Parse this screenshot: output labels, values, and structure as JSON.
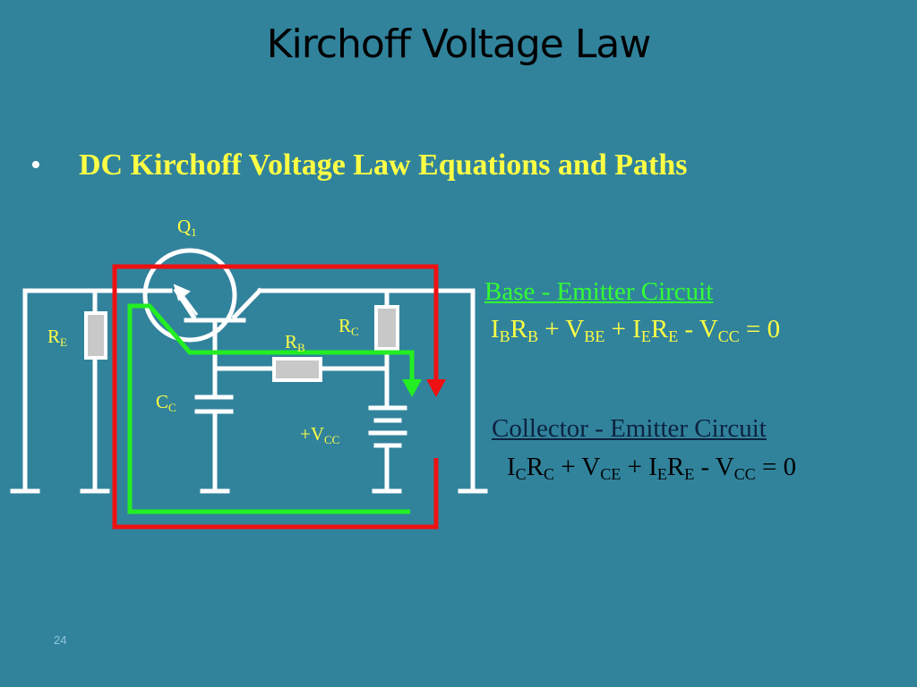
{
  "slide": {
    "title": "Kirchoff Voltage Law",
    "bullet_symbol": "•",
    "bullet_text": "DC Kirchoff Voltage Law Equations and Paths",
    "page_number": "24"
  },
  "diagram": {
    "labels": {
      "q1": {
        "main": "Q",
        "sub": "1"
      },
      "re": {
        "main": "R",
        "sub": "E"
      },
      "rc": {
        "main": "R",
        "sub": "C"
      },
      "rb": {
        "main": "R",
        "sub": "B"
      },
      "cc": {
        "main": "C",
        "sub": "C"
      },
      "vcc": {
        "main": "+V",
        "sub": "CC"
      }
    },
    "colors": {
      "wire": "#ffffff",
      "component": "#c8c8c8",
      "base_emitter_path": "#22ee22",
      "collector_emitter_path": "#ee1111"
    }
  },
  "circuits": {
    "base_emitter": {
      "heading": "Base - Emitter Circuit",
      "equation": [
        {
          "t": "I"
        },
        {
          "s": "B"
        },
        {
          "t": "R"
        },
        {
          "s": "B"
        },
        {
          "t": " + V"
        },
        {
          "s": "BE"
        },
        {
          "t": " + I"
        },
        {
          "s": "E"
        },
        {
          "t": "R"
        },
        {
          "s": "E"
        },
        {
          "t": " - V"
        },
        {
          "s": "CC"
        },
        {
          "t": " = 0"
        }
      ]
    },
    "collector_emitter": {
      "heading": "Collector - Emitter Circuit",
      "equation": [
        {
          "t": "I"
        },
        {
          "s": "C"
        },
        {
          "t": "R"
        },
        {
          "s": "C"
        },
        {
          "t": " + V"
        },
        {
          "s": "CE"
        },
        {
          "t": " + I"
        },
        {
          "s": "E"
        },
        {
          "t": "R"
        },
        {
          "s": "E"
        },
        {
          "t": " - V"
        },
        {
          "s": "CC"
        },
        {
          "t": " = 0"
        }
      ]
    }
  }
}
